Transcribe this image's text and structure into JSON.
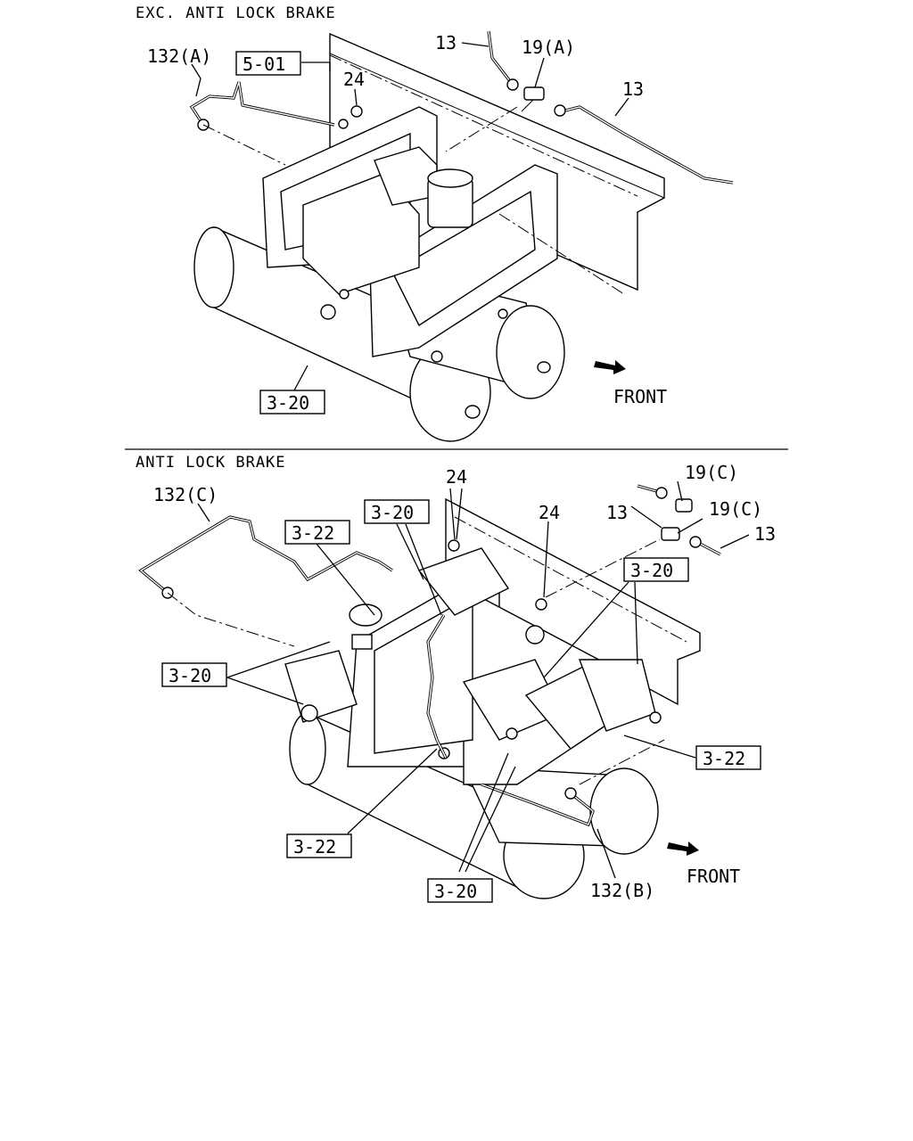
{
  "sections": {
    "top": {
      "title": "EXC. ANTI LOCK BRAKE"
    },
    "bottom": {
      "title": "ANTI LOCK BRAKE"
    }
  },
  "parts_top": {
    "p132a": "132(A)",
    "p501": "5-01",
    "p24": "24",
    "p13a": "13",
    "p19a": "19(A)",
    "p13b": "13",
    "p320": "3-20",
    "front": "FRONT"
  },
  "parts_bottom": {
    "p132c": "132(C)",
    "p322a": "3-22",
    "p320a": "3-20",
    "p24a": "24",
    "p24b": "24",
    "p19c1": "19(C)",
    "p13c": "13",
    "p19c2": "19(C)",
    "p13d": "13",
    "p320b": "3-20",
    "p320c": "3-20",
    "p322b": "3-22",
    "p322c": "3-22",
    "p320d": "3-20",
    "p132b": "132(B)",
    "front": "FRONT"
  }
}
